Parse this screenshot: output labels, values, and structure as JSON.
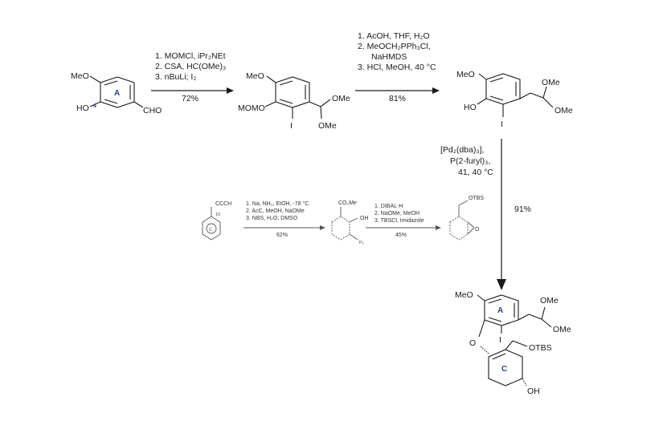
{
  "compounds": {
    "start": {
      "labels": [
        "MeO",
        "HO",
        "CHO"
      ],
      "ring": "A",
      "position": "4"
    },
    "acetal_iodide": {
      "labels": [
        "MeO",
        "MOMO",
        "I",
        "OMe",
        "OMe"
      ]
    },
    "homologated": {
      "labels": [
        "MeO",
        "HO",
        "I",
        "OMe",
        "OMe"
      ]
    },
    "aromatic": {
      "labels": [
        "CCCH",
        "C"
      ],
      "position": "10"
    },
    "ester": {
      "labels": [
        "CO₂Me",
        "OH",
        "P₂"
      ]
    },
    "epoxide": {
      "labels": [
        "OTBS",
        "O"
      ]
    },
    "product": {
      "labels": [
        "MeO",
        "A",
        "OMe",
        "OMe",
        "I",
        "O",
        "OTBS",
        "C",
        "OH"
      ]
    }
  },
  "steps": {
    "step1": {
      "conditions": [
        "1. MOMCl, iPr₂NEt",
        "2. CSA, HC(OMe)₃",
        "3. nBuLi; I₂"
      ],
      "yield": "72%"
    },
    "step2": {
      "conditions": [
        "1. AcOH, THF, H₂O",
        "2. MeOCH₂PPh₃Cl,",
        "NaHMDS",
        "3. HCl, MeOH, 40 °C"
      ],
      "yield": "81%"
    },
    "step3": {
      "conditions": [
        "[Pd₂(dba)₃],",
        "P(2-furyl)₃,",
        "41, 40 °C"
      ],
      "yield": "91%"
    },
    "step4": {
      "conditions": [
        "1. Na, NH₃, EtOH, -78 °C",
        "2. AcC, MeOH, NaOMe",
        "3. NBS, H₂O, DMSO"
      ],
      "yield": "62%"
    },
    "step5": {
      "conditions": [
        "1. DIBAL-H",
        "2. NaOMe, MeOH",
        "3. TBSCl, Imidazole"
      ],
      "yield": "45%"
    }
  }
}
